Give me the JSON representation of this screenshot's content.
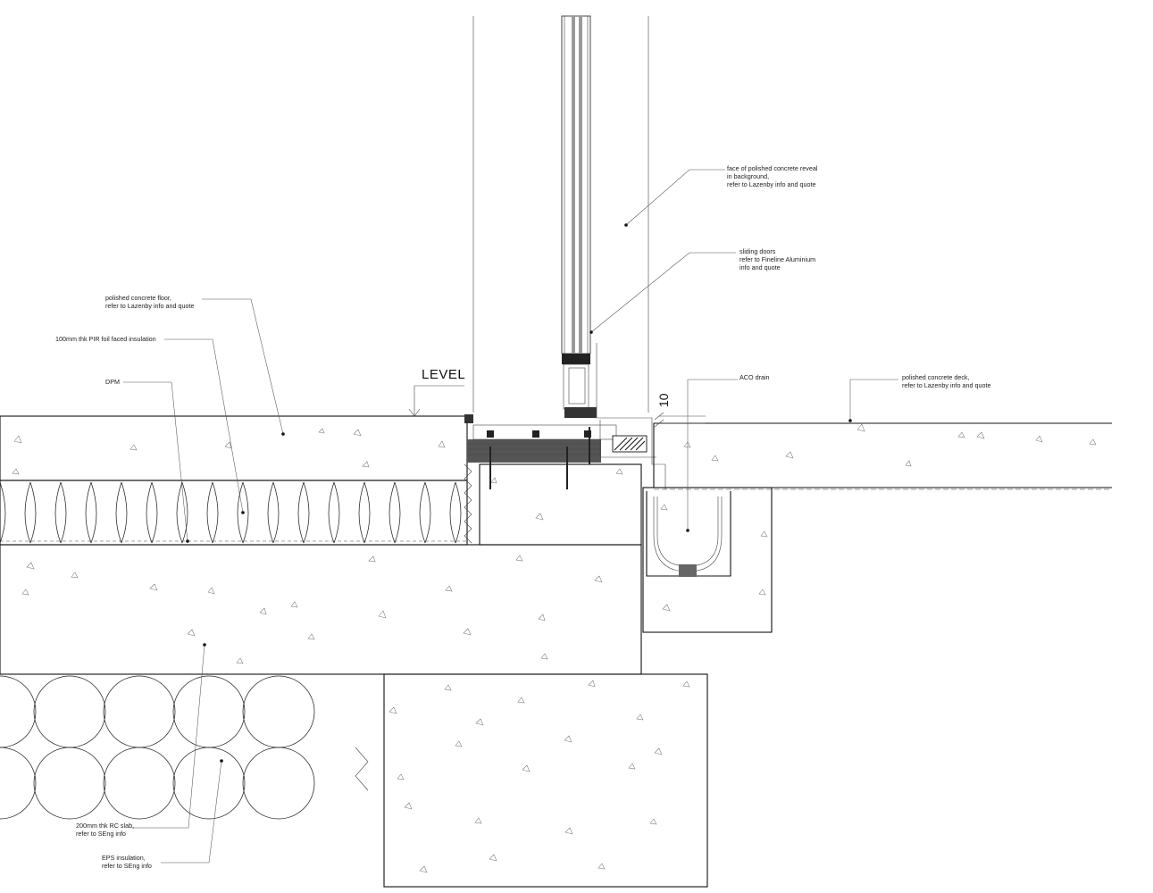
{
  "drawing": {
    "level_label": "LEVEL",
    "dimension_label": "10",
    "annotations": [
      {
        "id": "reveal",
        "lines": [
          "face of polished concrete reveal",
          "in background,",
          "refer to Lazenby info and quote"
        ]
      },
      {
        "id": "doors",
        "lines": [
          "sliding doors",
          "refer to Fineline Aluminium",
          "info and quote"
        ]
      },
      {
        "id": "floor",
        "lines": [
          "polished concrete floor,",
          "refer to Lazenby info and quote"
        ]
      },
      {
        "id": "pir",
        "lines": [
          "100mm thk PIR foil faced insulation"
        ]
      },
      {
        "id": "dpm",
        "lines": [
          "DPM"
        ]
      },
      {
        "id": "aco",
        "lines": [
          "ACO drain"
        ]
      },
      {
        "id": "deck",
        "lines": [
          "polished concrete deck,",
          "refer to Lazenby info and quote"
        ]
      },
      {
        "id": "slab",
        "lines": [
          "200mm thk RC slab,",
          "refer to SEng info"
        ]
      },
      {
        "id": "eps",
        "lines": [
          "EPS insulation,",
          "refer to SEng info"
        ]
      }
    ]
  }
}
